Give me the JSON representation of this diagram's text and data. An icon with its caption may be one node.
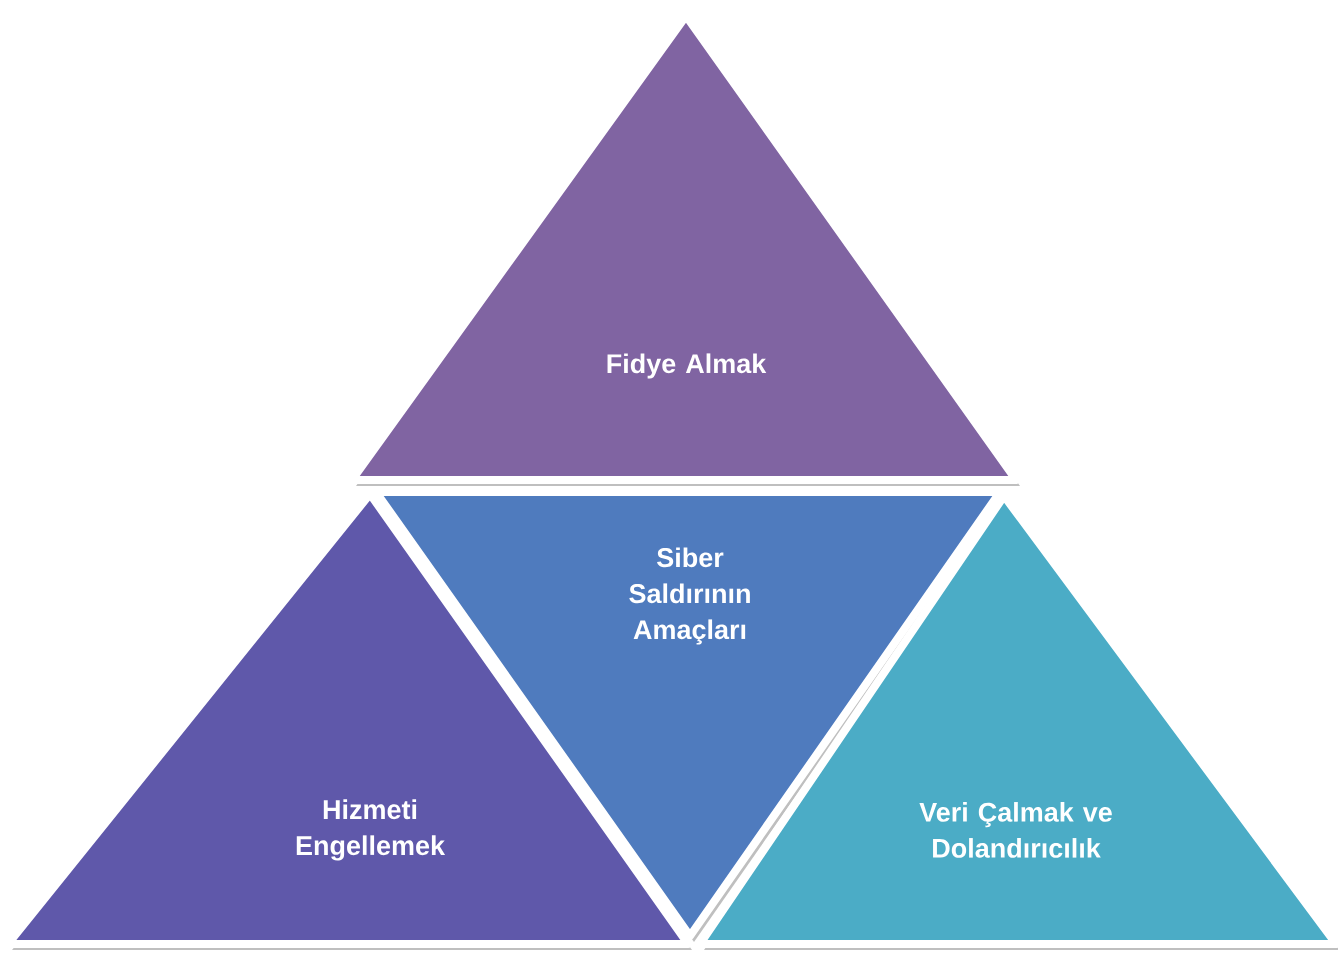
{
  "diagram": {
    "nodes": [
      {
        "text": [
          "Fidye Almak"
        ]
      },
      {
        "text": [
          "Hizmeti Engellemek"
        ]
      },
      {
        "text": [
          "Siber Saldırının Amaçları"
        ]
      },
      {
        "text": [
          "Veri Çalmak ve Dolandırıcılık"
        ]
      }
    ]
  }
}
